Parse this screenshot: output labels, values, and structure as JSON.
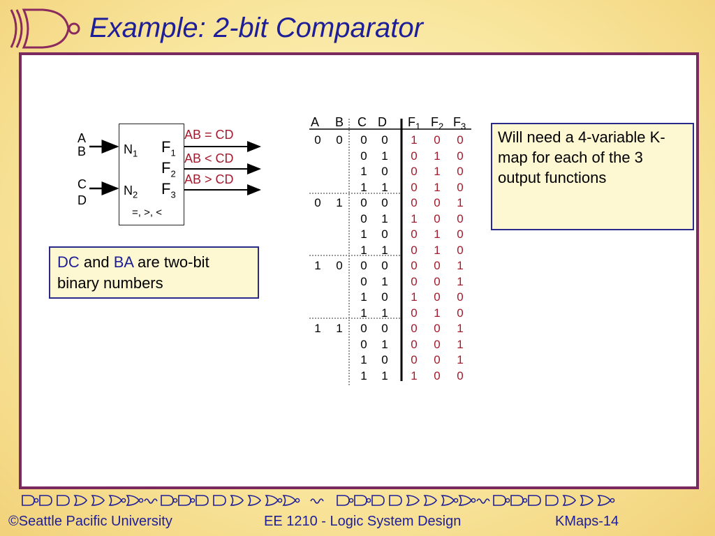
{
  "slide": {
    "title": "Example: 2-bit Comparator",
    "colors": {
      "title": "#1e1e98",
      "frame": "#7a2a5e",
      "output_red": "#a31b2d",
      "note_border": "#2a2a8a"
    }
  },
  "block": {
    "inputs_top": [
      "A",
      "B"
    ],
    "inputs_bottom": [
      "C",
      "D"
    ],
    "n1": "N",
    "n1_sub": "1",
    "n2": "N",
    "n2_sub": "2",
    "f1": "F",
    "f1_sub": "1",
    "f2": "F",
    "f2_sub": "2",
    "f3": "F",
    "f3_sub": "3",
    "ops": "=, >, <",
    "out1": "AB = CD",
    "out2": "AB < CD",
    "out3": "AB > CD"
  },
  "note_dc": {
    "dc": "DC",
    "and": " and ",
    "ba": "BA",
    "rest": " are two-bit",
    "line2": "binary numbers"
  },
  "note_kmap": {
    "text": "Will need a 4-variable K-map for each of the 3 output functions"
  },
  "table": {
    "headers_in": [
      "A",
      "B",
      "C",
      "D"
    ],
    "headers_out": [
      {
        "base": "F",
        "sub": "1"
      },
      {
        "base": "F",
        "sub": "2"
      },
      {
        "base": "F",
        "sub": "3"
      }
    ],
    "groups": [
      {
        "a": "0",
        "b": "0",
        "rows": [
          {
            "c": "0",
            "d": "0",
            "f": [
              "1",
              "0",
              "0"
            ]
          },
          {
            "c": "0",
            "d": "1",
            "f": [
              "0",
              "1",
              "0"
            ]
          },
          {
            "c": "1",
            "d": "0",
            "f": [
              "0",
              "1",
              "0"
            ]
          },
          {
            "c": "1",
            "d": "1",
            "f": [
              "0",
              "1",
              "0"
            ]
          }
        ]
      },
      {
        "a": "0",
        "b": "1",
        "rows": [
          {
            "c": "0",
            "d": "0",
            "f": [
              "0",
              "0",
              "1"
            ]
          },
          {
            "c": "0",
            "d": "1",
            "f": [
              "1",
              "0",
              "0"
            ]
          },
          {
            "c": "1",
            "d": "0",
            "f": [
              "0",
              "1",
              "0"
            ]
          },
          {
            "c": "1",
            "d": "1",
            "f": [
              "0",
              "1",
              "0"
            ]
          }
        ]
      },
      {
        "a": "1",
        "b": "0",
        "rows": [
          {
            "c": "0",
            "d": "0",
            "f": [
              "0",
              "0",
              "1"
            ]
          },
          {
            "c": "0",
            "d": "1",
            "f": [
              "0",
              "0",
              "1"
            ]
          },
          {
            "c": "1",
            "d": "0",
            "f": [
              "1",
              "0",
              "0"
            ]
          },
          {
            "c": "1",
            "d": "1",
            "f": [
              "0",
              "1",
              "0"
            ]
          }
        ]
      },
      {
        "a": "1",
        "b": "1",
        "rows": [
          {
            "c": "0",
            "d": "0",
            "f": [
              "0",
              "0",
              "1"
            ]
          },
          {
            "c": "0",
            "d": "1",
            "f": [
              "0",
              "0",
              "1"
            ]
          },
          {
            "c": "1",
            "d": "0",
            "f": [
              "0",
              "0",
              "1"
            ]
          },
          {
            "c": "1",
            "d": "1",
            "f": [
              "1",
              "0",
              "0"
            ]
          }
        ]
      }
    ]
  },
  "footer": {
    "copyright": "©Seattle Pacific University",
    "course": "EE 1210 - Logic System Design",
    "slide_id": "KMaps-14"
  }
}
